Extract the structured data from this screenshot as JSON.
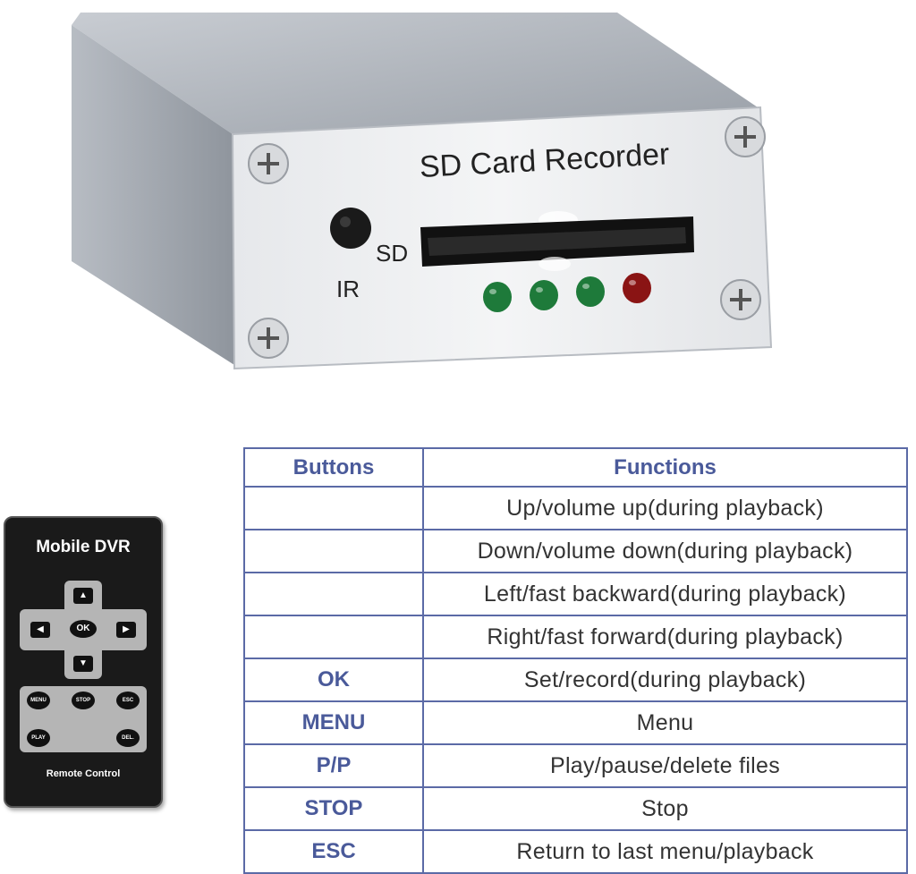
{
  "device": {
    "title": "SD Card Recorder",
    "sd_label": "SD",
    "ir_label": "IR",
    "led_colors": [
      "#1e7a3a",
      "#1e7a3a",
      "#1e7a3a",
      "#8a1414"
    ]
  },
  "remote": {
    "title": "Mobile DVR",
    "ok_label": "OK",
    "menu_label": "MENU",
    "stop_label": "STOP",
    "esc_label": "ESC",
    "play_label": "PLAY",
    "del_label": "DEL.",
    "footer": "Remote Control"
  },
  "table": {
    "headers": [
      "Buttons",
      "Functions"
    ],
    "rows": [
      {
        "button": "",
        "function": "Up/volume up(during playback)"
      },
      {
        "button": "",
        "function": "Down/volume down(during playback)"
      },
      {
        "button": "",
        "function": "Left/fast backward(during playback)"
      },
      {
        "button": "",
        "function": "Right/fast forward(during playback)"
      },
      {
        "button": "OK",
        "function": "Set/record(during playback)"
      },
      {
        "button": "MENU",
        "function": "Menu"
      },
      {
        "button": "P/P",
        "function": "Play/pause/delete files"
      },
      {
        "button": "STOP",
        "function": "Stop"
      },
      {
        "button": "ESC",
        "function": "Return to last menu/playback"
      }
    ]
  },
  "colors": {
    "table_border": "#5b6aa6",
    "table_header_text": "#4a5a9a"
  }
}
